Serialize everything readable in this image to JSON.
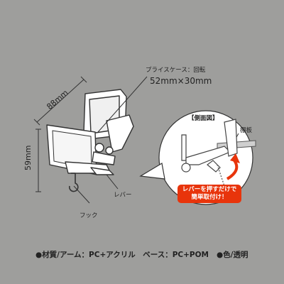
{
  "dims": {
    "depth": "88mm",
    "height": "59mm"
  },
  "labels": {
    "price_case_title": "プライスケース：回転",
    "price_case_size": "52mm×30mm",
    "side_view": "【側面図】",
    "shelf": "棚板",
    "lever": "レバー",
    "hook": "フック",
    "callout_line1": "レバーを押すだけで",
    "callout_line2": "簡単取付け！"
  },
  "spec": {
    "material_label": "材質/アーム：PC+アクリル　ベース：PC+POM",
    "color_label": "色/透明"
  },
  "colors": {
    "background": "#9e9e9c",
    "accent": "#e8340b"
  }
}
